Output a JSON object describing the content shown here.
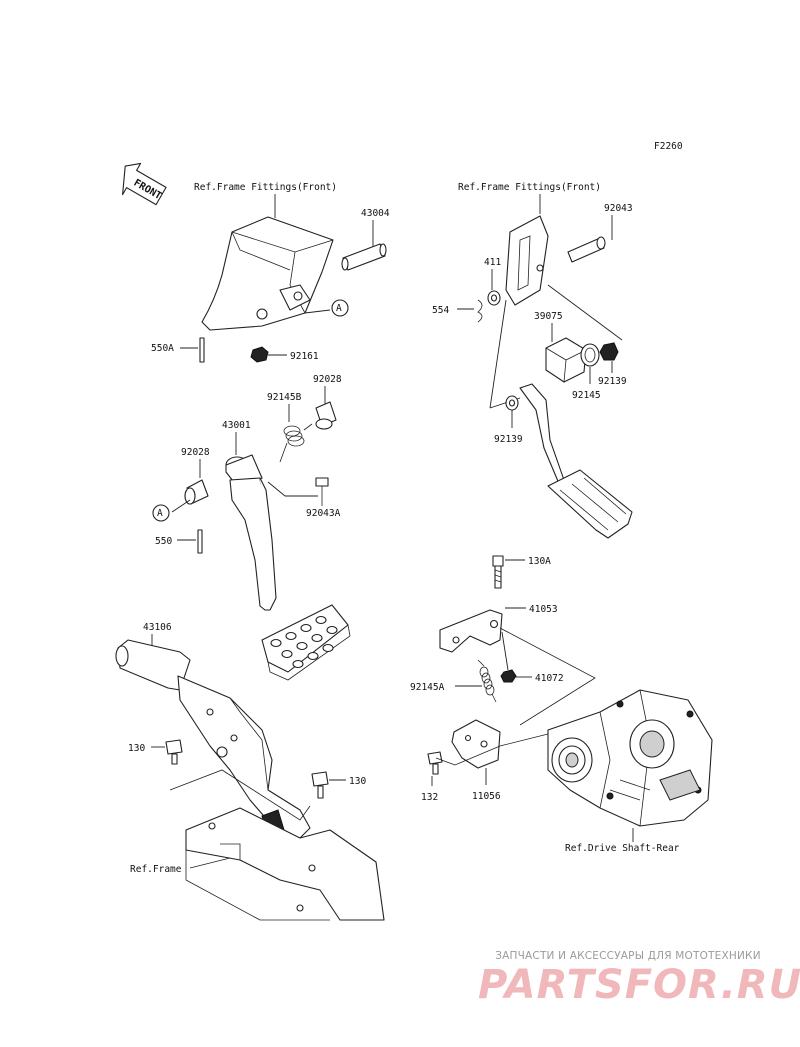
{
  "diagram_code": "F2260",
  "front_label": "FRONT",
  "refs": {
    "frame_fittings_left": "Ref.Frame Fittings(Front)",
    "frame_fittings_right": "Ref.Frame Fittings(Front)",
    "frame": "Ref.Frame",
    "drive_shaft": "Ref.Drive Shaft-Rear"
  },
  "parts": {
    "p43004": "43004",
    "p550A": "550A",
    "p92161": "92161",
    "pA1": "A",
    "p92028a": "92028",
    "p92145B": "92145B",
    "p43001": "43001",
    "p92028b": "92028",
    "pA2": "A",
    "p92043A": "92043A",
    "p550": "550",
    "p92043": "92043",
    "p411": "411",
    "p554": "554",
    "p39075": "39075",
    "p92139a": "92139",
    "p92145": "92145",
    "p92139b": "92139",
    "p43106": "43106",
    "p130": "130",
    "p130b": "130",
    "p130A": "130A",
    "p41053": "41053",
    "p92145A": "92145A",
    "p41072": "41072",
    "p132": "132",
    "p11056": "11056"
  },
  "watermark": {
    "tagline": "ЗАПЧАСТИ И АКСЕССУАРЫ ДЛЯ МОТОТЕХНИКИ",
    "logo": "PARTSFOR.RU"
  }
}
